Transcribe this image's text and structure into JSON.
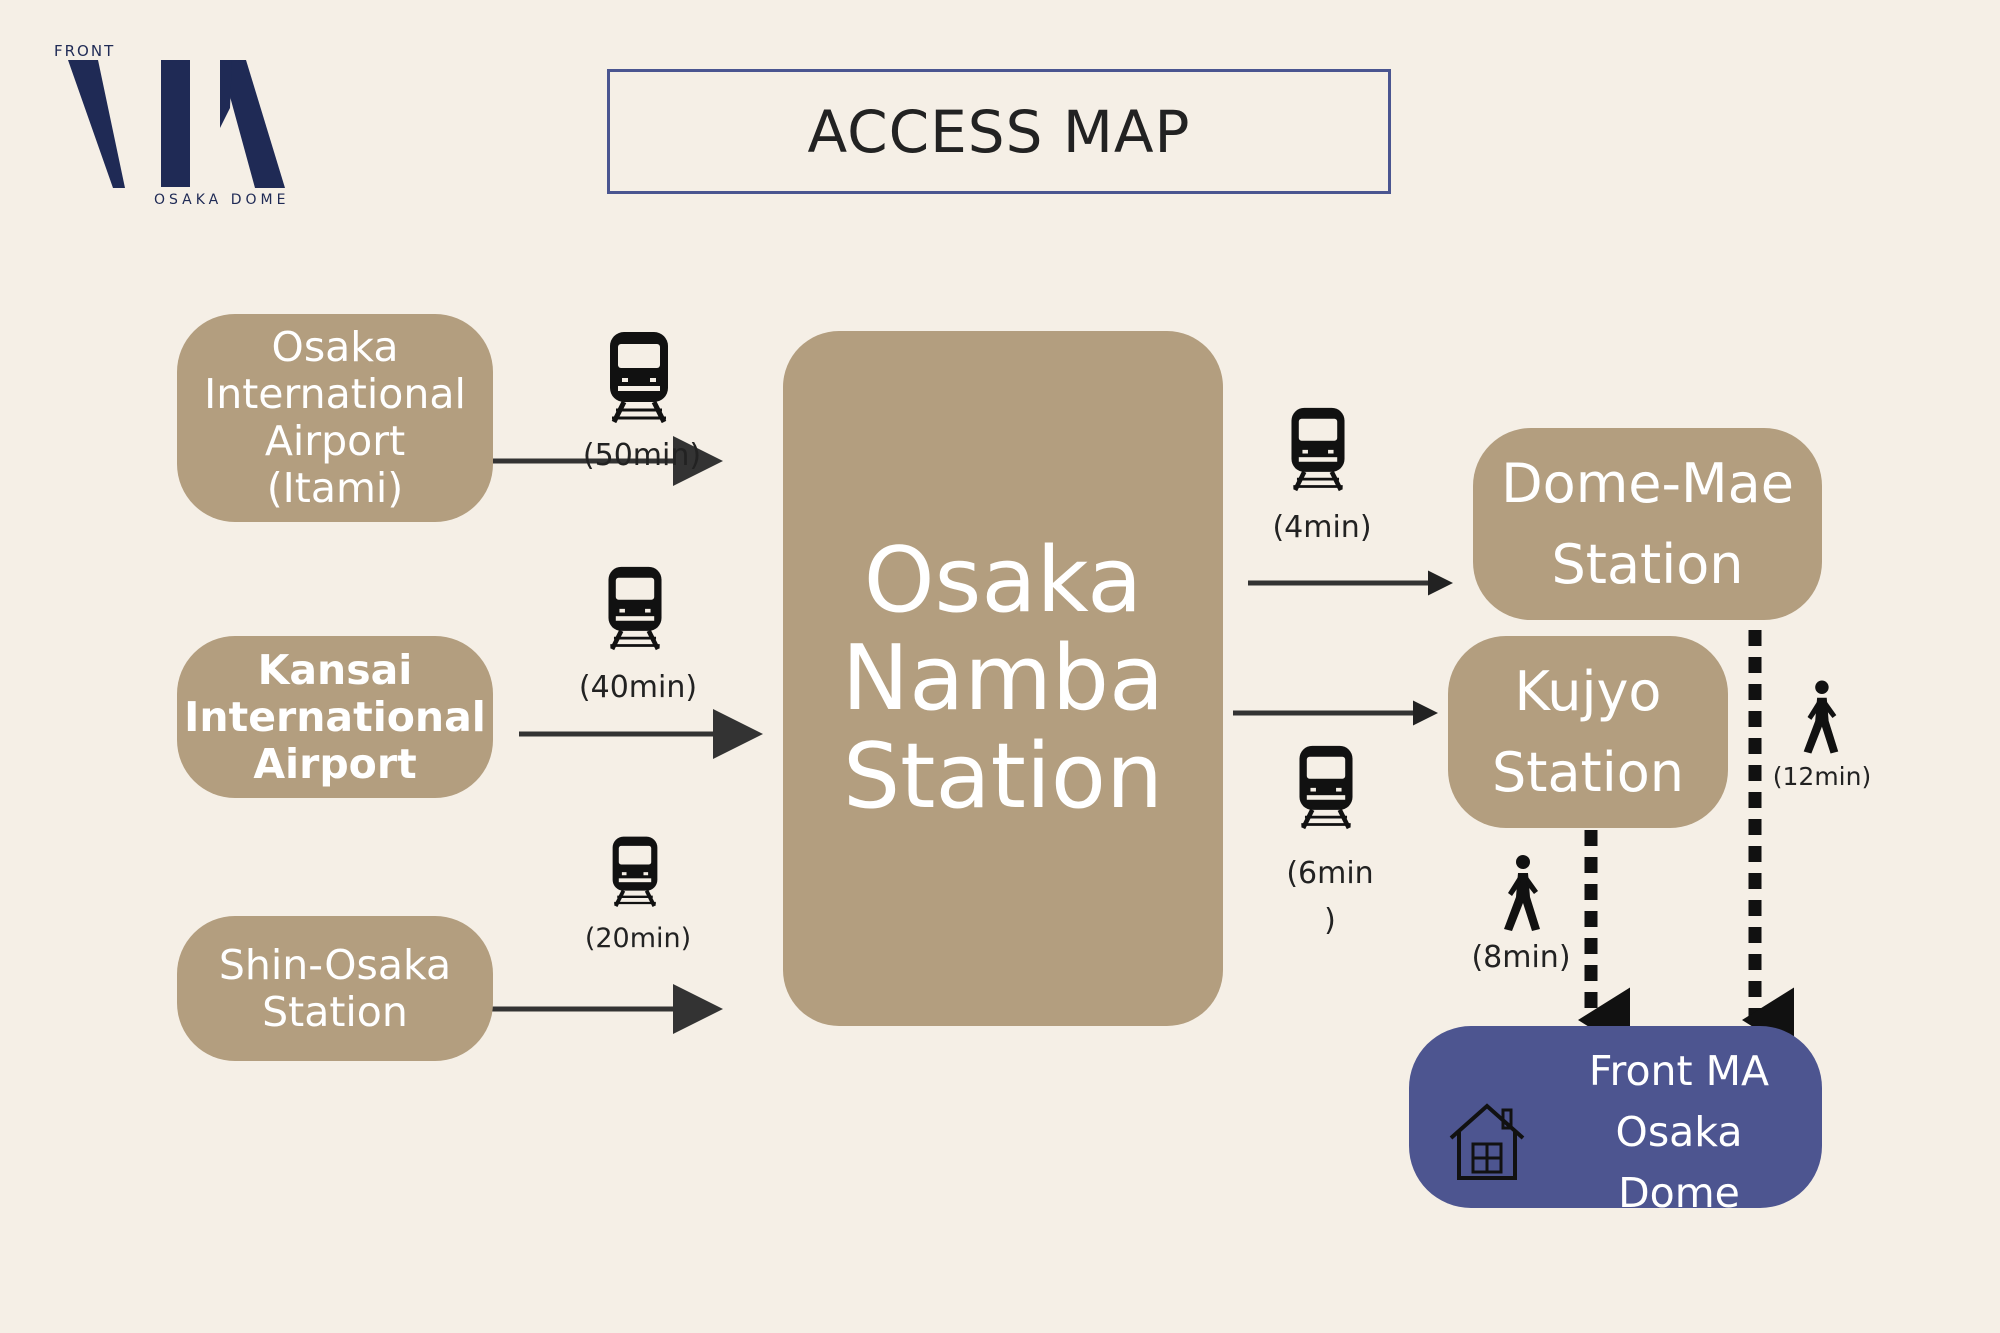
{
  "logo": {
    "top_text": "FRONT",
    "bottom_text": "OSAKA DOME",
    "color": "#1f2a55"
  },
  "title": "ACCESS MAP",
  "colors": {
    "background": "#f5efe6",
    "station": "#b39e7f",
    "destination": "#4d5590",
    "arrow": "#333333"
  },
  "origins": [
    {
      "lines": [
        "Osaka",
        "International",
        "Airport",
        "(Itami)"
      ],
      "time": "(50min)",
      "mode": "train-icon"
    },
    {
      "lines": [
        "Kansai",
        "International",
        "Airport"
      ],
      "time": "(40min)",
      "mode": "train-icon"
    },
    {
      "lines": [
        "Shin-Osaka",
        "Station"
      ],
      "time": "(20min)",
      "mode": "train-icon"
    }
  ],
  "hub": {
    "lines": [
      "Osaka",
      "Namba",
      "Station"
    ]
  },
  "transfers": [
    {
      "lines": [
        "Dome-Mae",
        "Station"
      ],
      "time": "(4min)",
      "mode": "train-icon"
    },
    {
      "lines": [
        "Kujyo",
        "Station"
      ],
      "time_lines": [
        "(6min",
        ")"
      ],
      "mode": "train-icon"
    }
  ],
  "walks": [
    {
      "from": "Kujyo Station",
      "time": "(8min)",
      "mode": "walking-person-icon"
    },
    {
      "from": "Dome-Mae Station",
      "time": "(12min)",
      "mode": "walking-person-icon"
    }
  ],
  "destination": {
    "lines": [
      "Front MA",
      "Osaka Dome"
    ],
    "icon": "house-icon"
  }
}
